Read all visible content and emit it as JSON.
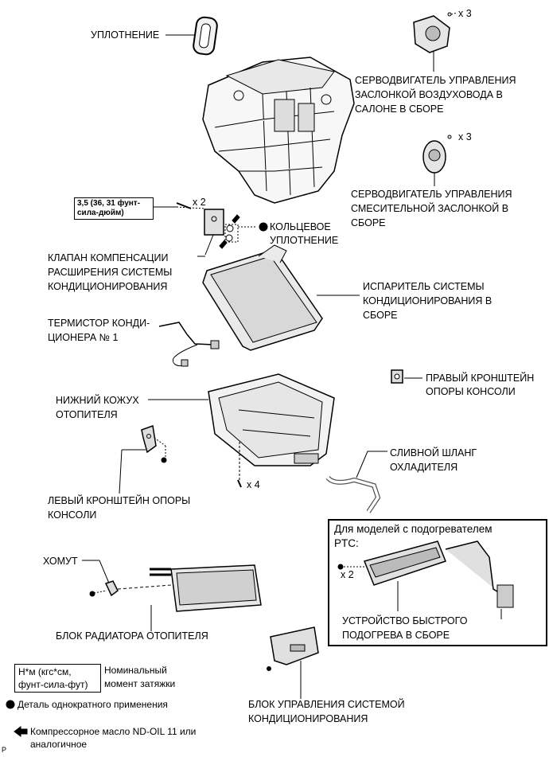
{
  "labels": {
    "seal_top": "УПЛОТНЕНИЕ",
    "servo_air_duct": "СЕРВОДВИГАТЕЛЬ УПРАВЛЕНИЯ\nЗАСЛОНКОЙ ВОЗДУХОВОДА В\nСАЛОНЕ В СБОРЕ",
    "servo_mix": "СЕРВОДВИГАТЕЛЬ УПРАВЛЕНИЯ\nСМЕСИТЕЛЬНОЙ ЗАСЛОНКОЙ В\nСБОРЕ",
    "torque_spec": "3,5 (36, 31 фунт-\nсила-дюйм)",
    "o_ring": "КОЛЬЦЕВОЕ\nУПЛОТНЕНИЕ",
    "expansion_valve": "КЛАПАН КОМПЕНСАЦИИ\nРАСШИРЕНИЯ СИСТЕМЫ\nКОНДИЦИОНИРОВАНИЯ",
    "evaporator": "ИСПАРИТЕЛЬ СИСТЕМЫ\nКОНДИЦИОНИРОВАНИЯ В\nСБОРЕ",
    "thermistor": "ТЕРМИСТОР КОНДИ-\nЦИОНЕРА № 1",
    "right_bracket": "ПРАВЫЙ КРОНШТЕЙН\nОПОРЫ КОНСОЛИ",
    "lower_case": "НИЖНИЙ КОЖУХ\nОТОПИТЕЛЯ",
    "drain_hose": "СЛИВНОЙ ШЛАНГ\nОХЛАДИТЕЛЯ",
    "left_bracket": "ЛЕВЫЙ КРОНШТЕЙН ОПОРЫ\nКОНСОЛИ",
    "ptc_title": "Для моделей с подогревателем\nPTC:",
    "quick_heater": "УСТРОЙСТВО БЫСТРОГО\nПОДОГРЕВА В СБОРЕ",
    "clamp": "ХОМУТ",
    "heater_core": "БЛОК РАДИАТОРА ОТОПИТЕЛЯ",
    "ac_control": "БЛОК УПРАВЛЕНИЯ СИСТЕМОЙ\nКОНДИЦИОНИРОВАНИЯ",
    "figure_code": "P"
  },
  "quantities": {
    "servo_air_screws": "x 3",
    "servo_mix_screws": "x 3",
    "valve_bolts": "x 2",
    "case_screws": "x 4",
    "ptc_screws": "x 2"
  },
  "legend": {
    "torque_unit": "Н*м (кгс*см,\nфунт-сила-фут)",
    "torque_desc": "Номинальный\nмомент затяжки",
    "non_reusable": "Деталь однократного применения",
    "oil": "Компрессорное масло ND-OIL 11 или\nаналогичное"
  }
}
